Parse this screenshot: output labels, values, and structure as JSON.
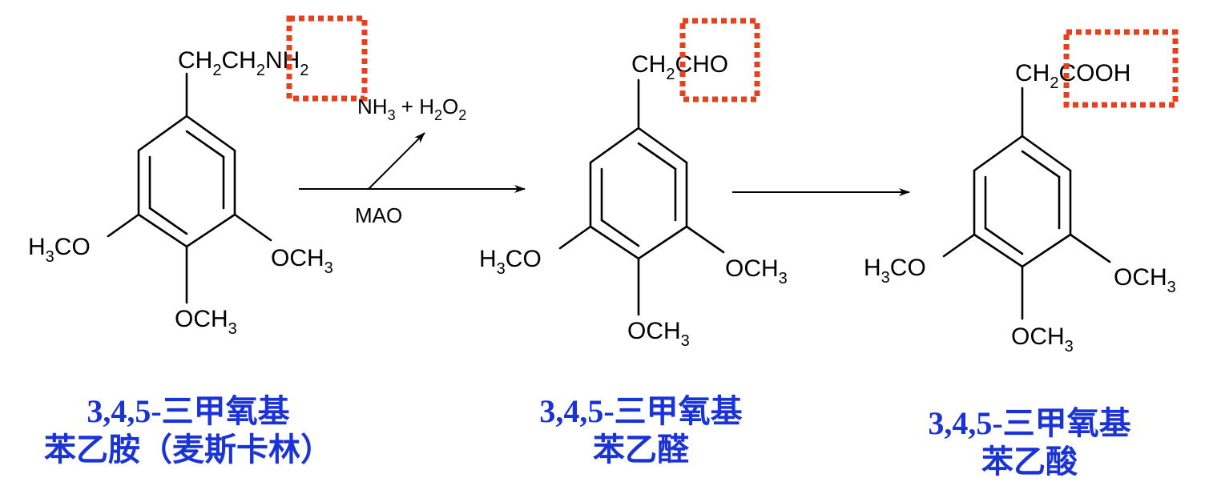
{
  "colors": {
    "highlight": "#e8401c",
    "caption": "#1a33d6",
    "ink": "#000000"
  },
  "molecules": [
    {
      "chain": {
        "ch2ch2": "CH",
        "sub1": "2",
        "ch": "CH",
        "sub2": "2",
        "group": "NH",
        "group_sub": "2"
      },
      "left": {
        "h": "H",
        "sub": "3",
        "co": "CO"
      },
      "right": {
        "och": "OCH",
        "sub": "3"
      },
      "bottom": {
        "och": "OCH",
        "sub": "3"
      },
      "caption": {
        "num": "3,4,5-",
        "line1": "三甲氧基",
        "line2": "苯乙胺（麦斯卡林）"
      }
    },
    {
      "chain": {
        "ch": "CH",
        "sub1": "2",
        "group": "CHO"
      },
      "left": {
        "h": "H",
        "sub": "3",
        "co": "CO"
      },
      "right": {
        "och": "OCH",
        "sub": "3"
      },
      "bottom": {
        "och": "OCH",
        "sub": "3"
      },
      "caption": {
        "num": "3,4,5-",
        "line1": "三甲氧基",
        "line2": "苯乙醛"
      }
    },
    {
      "chain": {
        "ch": "CH",
        "sub1": "2",
        "group": "COOH"
      },
      "left": {
        "h": "H",
        "sub": "3",
        "co": "CO"
      },
      "right": {
        "och": "OCH",
        "sub": "3"
      },
      "bottom": {
        "och": "OCH",
        "sub": "3"
      },
      "caption": {
        "num": "3,4,5-",
        "line1": "三甲氧基",
        "line2": "苯乙酸"
      }
    }
  ],
  "reaction1": {
    "catalyst": "MAO",
    "byproduct": {
      "nh": "NH",
      "nh_sub": "3",
      "plus": " + ",
      "h": "H",
      "h_sub": "2",
      "o": "O",
      "o_sub": "2"
    }
  }
}
